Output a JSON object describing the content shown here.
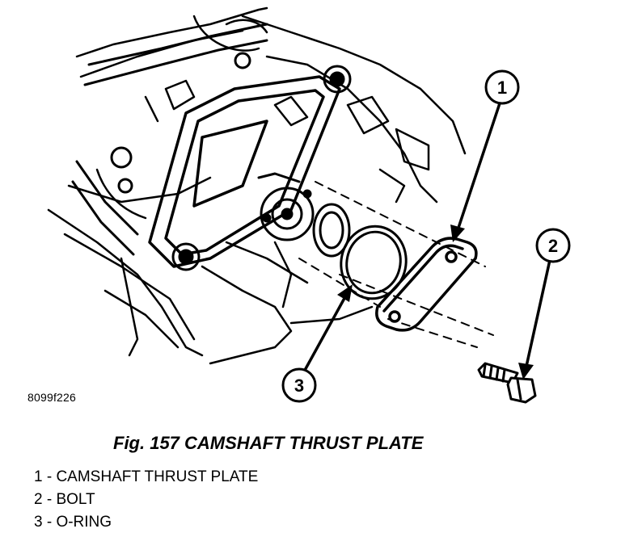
{
  "figure": {
    "code": "8099f226",
    "caption": "Fig. 157 CAMSHAFT THRUST PLATE"
  },
  "callouts": [
    {
      "number": "1",
      "part": "CAMSHAFT THRUST PLATE"
    },
    {
      "number": "2",
      "part": "BOLT"
    },
    {
      "number": "3",
      "part": "O-RING"
    }
  ],
  "legend": [
    "1 - CAMSHAFT THRUST PLATE",
    "2 - BOLT",
    "3 - O-RING"
  ]
}
